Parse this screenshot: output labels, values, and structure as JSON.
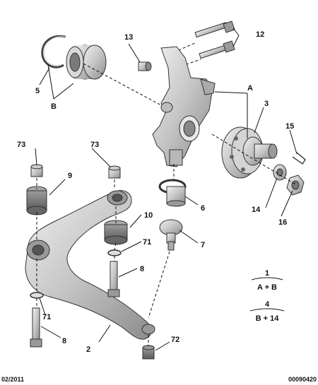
{
  "labels": {
    "n1": "1",
    "n2": "2",
    "n3": "3",
    "n4": "4",
    "n5": "5",
    "n6": "6",
    "n7": "7",
    "n8a": "8",
    "n8b": "8",
    "n9": "9",
    "n10": "10",
    "n12": "12",
    "n13": "13",
    "n14": "14",
    "n15": "15",
    "n16": "16",
    "n71a": "71",
    "n71b": "71",
    "n72": "72",
    "n73a": "73",
    "n73b": "73",
    "A": "A",
    "B": "B"
  },
  "legend": {
    "k1_top": "1",
    "k1_bottom": "A + B",
    "k4_top": "4",
    "k4_bottom": "B + 14"
  },
  "footer": {
    "date": "02/2011",
    "ref": "00090420"
  },
  "colors": {
    "part_fill": "#cfcfcf",
    "part_dark": "#9a9a9a",
    "line": "#111111"
  }
}
